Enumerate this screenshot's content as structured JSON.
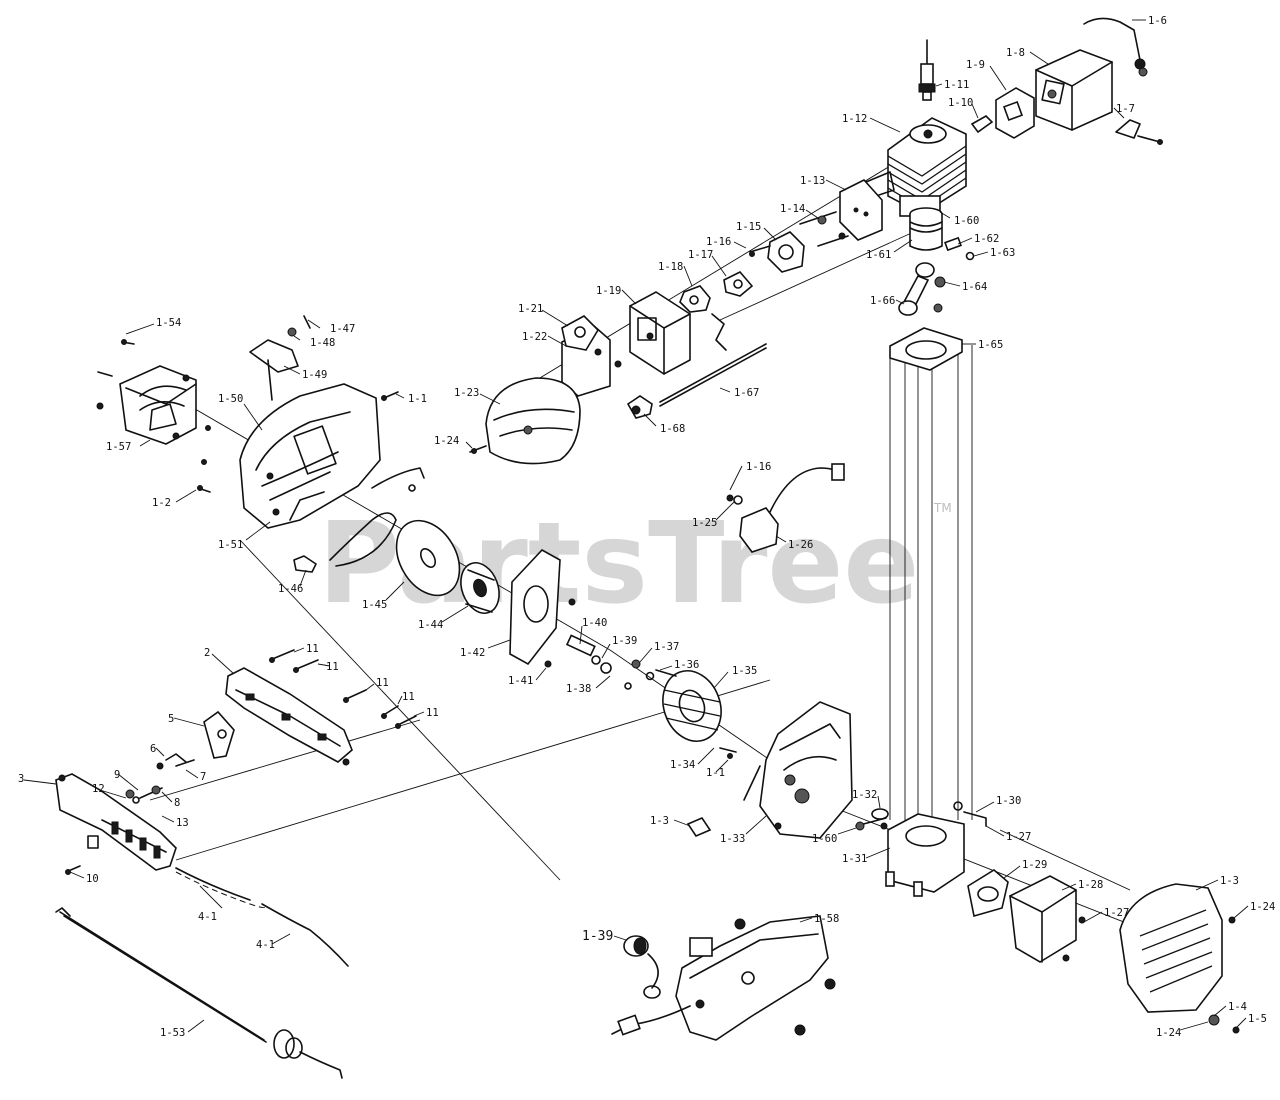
{
  "watermark": {
    "brand": "PartsTree",
    "trademark": "TM"
  },
  "labels": [
    {
      "id": "l-1-6",
      "text": "1-6"
    },
    {
      "id": "l-1-8",
      "text": "1-8"
    },
    {
      "id": "l-1-9",
      "text": "1-9"
    },
    {
      "id": "l-1-11",
      "text": "1-11"
    },
    {
      "id": "l-1-10",
      "text": "1-10"
    },
    {
      "id": "l-1-12",
      "text": "1-12"
    },
    {
      "id": "l-1-7",
      "text": "1-7"
    },
    {
      "id": "l-1-13",
      "text": "1-13"
    },
    {
      "id": "l-1-14",
      "text": "1-14"
    },
    {
      "id": "l-1-60a",
      "text": "1-60"
    },
    {
      "id": "l-1-15",
      "text": "1-15"
    },
    {
      "id": "l-1-16a",
      "text": "1-16"
    },
    {
      "id": "l-1-17",
      "text": "1-17"
    },
    {
      "id": "l-1-61",
      "text": "1-61"
    },
    {
      "id": "l-1-62",
      "text": "1-62"
    },
    {
      "id": "l-1-63",
      "text": "1-63"
    },
    {
      "id": "l-1-18",
      "text": "1-18"
    },
    {
      "id": "l-1-64",
      "text": "1-64"
    },
    {
      "id": "l-1-19",
      "text": "1-19"
    },
    {
      "id": "l-1-66",
      "text": "1-66"
    },
    {
      "id": "l-1-21",
      "text": "1-21"
    },
    {
      "id": "l-1-54",
      "text": "1-54"
    },
    {
      "id": "l-1-47",
      "text": "1-47"
    },
    {
      "id": "l-1-22",
      "text": "1-22"
    },
    {
      "id": "l-1-65",
      "text": "1-65"
    },
    {
      "id": "l-1-48",
      "text": "1-48"
    },
    {
      "id": "l-1-49",
      "text": "1-49"
    },
    {
      "id": "l-1-1a",
      "text": "1-1"
    },
    {
      "id": "l-1-23",
      "text": "1-23"
    },
    {
      "id": "l-1-57",
      "text": "1-57"
    },
    {
      "id": "l-1-50",
      "text": "1-50"
    },
    {
      "id": "l-1-68",
      "text": "1-68"
    },
    {
      "id": "l-1-24a",
      "text": "1-24"
    },
    {
      "id": "l-1-67",
      "text": "1-67"
    },
    {
      "id": "l-1-16b",
      "text": "1-16"
    },
    {
      "id": "l-1-2",
      "text": "1-2"
    },
    {
      "id": "l-1-25",
      "text": "1-25"
    },
    {
      "id": "l-1-51",
      "text": "1-51"
    },
    {
      "id": "l-1-26",
      "text": "1-26"
    },
    {
      "id": "l-1-46",
      "text": "1-46"
    },
    {
      "id": "l-1-45",
      "text": "1-45"
    },
    {
      "id": "l-1-44",
      "text": "1-44"
    },
    {
      "id": "l-1-40",
      "text": "1-40"
    },
    {
      "id": "l-1-39a",
      "text": "1-39"
    },
    {
      "id": "l-1-37",
      "text": "1-37"
    },
    {
      "id": "l-1-42",
      "text": "1-42"
    },
    {
      "id": "l-2",
      "text": "2"
    },
    {
      "id": "l-11a",
      "text": "11"
    },
    {
      "id": "l-11b",
      "text": "11"
    },
    {
      "id": "l-1-36",
      "text": "1-36"
    },
    {
      "id": "l-1-35",
      "text": "1-35"
    },
    {
      "id": "l-1-41",
      "text": "1-41"
    },
    {
      "id": "l-1-38",
      "text": "1-38"
    },
    {
      "id": "l-11c",
      "text": "11"
    },
    {
      "id": "l-11d",
      "text": "11"
    },
    {
      "id": "l-11e",
      "text": "11"
    },
    {
      "id": "l-5",
      "text": "5"
    },
    {
      "id": "l-6",
      "text": "6"
    },
    {
      "id": "l-1-34",
      "text": "1-34"
    },
    {
      "id": "l-1-1b",
      "text": "1-1"
    },
    {
      "id": "l-3",
      "text": "3"
    },
    {
      "id": "l-9",
      "text": "9"
    },
    {
      "id": "l-7",
      "text": "7"
    },
    {
      "id": "l-12",
      "text": "12"
    },
    {
      "id": "l-8",
      "text": "8"
    },
    {
      "id": "l-13",
      "text": "13"
    },
    {
      "id": "l-1-32",
      "text": "1-32"
    },
    {
      "id": "l-1-30",
      "text": "1-30"
    },
    {
      "id": "l-1-3a",
      "text": "1-3"
    },
    {
      "id": "l-1-27a",
      "text": "1-27"
    },
    {
      "id": "l-1-33",
      "text": "1-33"
    },
    {
      "id": "l-1-60b",
      "text": "1-60"
    },
    {
      "id": "l-1-31",
      "text": "1-31"
    },
    {
      "id": "l-10",
      "text": "10"
    },
    {
      "id": "l-1-29",
      "text": "1-29"
    },
    {
      "id": "l-1-28",
      "text": "1-28"
    },
    {
      "id": "l-1-3b",
      "text": "1-3"
    },
    {
      "id": "l-1-27b",
      "text": "1-27"
    },
    {
      "id": "l-1-24b",
      "text": "1-24"
    },
    {
      "id": "l-4-1a",
      "text": "4-1"
    },
    {
      "id": "l-1-58",
      "text": "1-58"
    },
    {
      "id": "l-1-39b",
      "text": "1-39"
    },
    {
      "id": "l-4-1b",
      "text": "4-1"
    },
    {
      "id": "l-1-4",
      "text": "1-4"
    },
    {
      "id": "l-1-5",
      "text": "1-5"
    },
    {
      "id": "l-1-24c",
      "text": "1-24"
    },
    {
      "id": "l-1-53",
      "text": "1-53"
    }
  ]
}
